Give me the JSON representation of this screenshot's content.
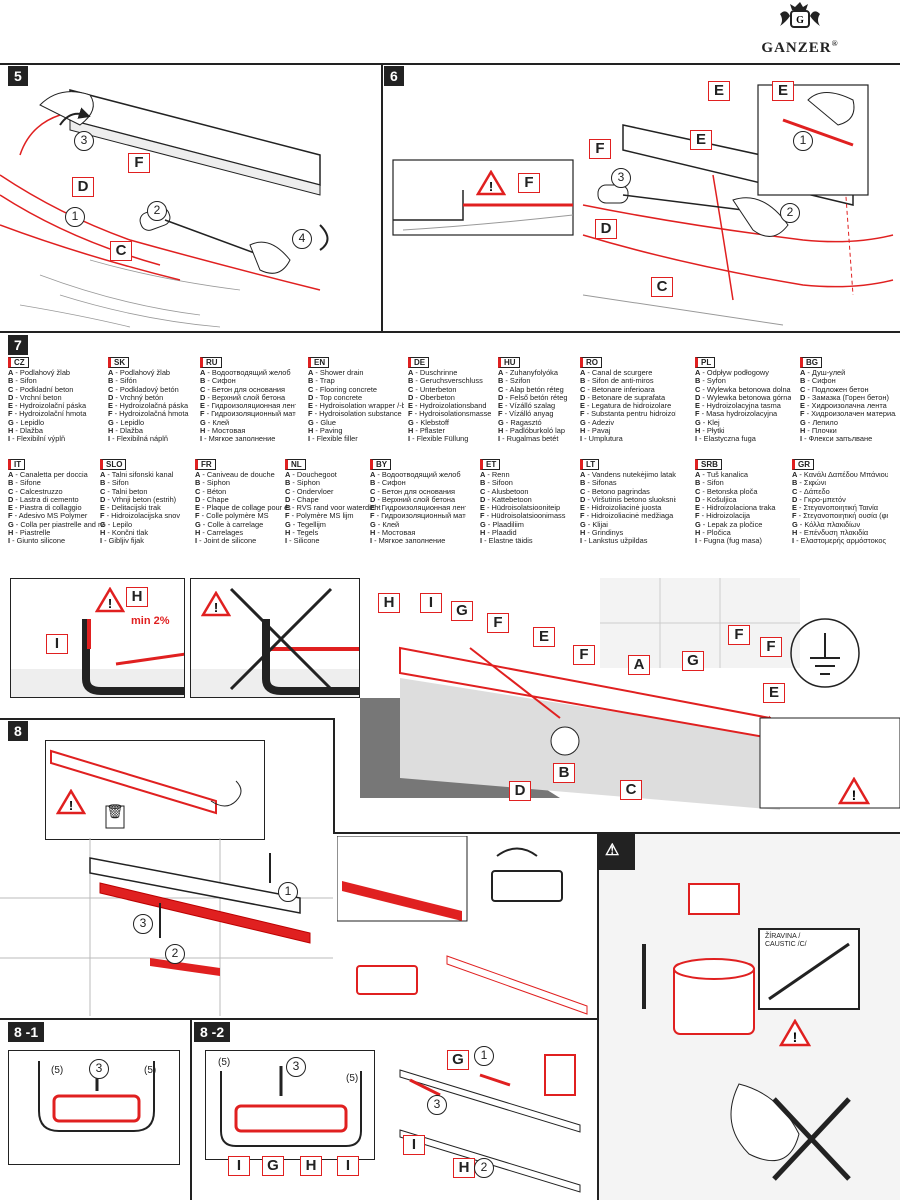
{
  "brand": {
    "name": "GANZER",
    "mark": "®"
  },
  "steps": {
    "s5": "5",
    "s6": "6",
    "s7": "7",
    "s8": "8",
    "s8_1": "8 -1",
    "s8_2": "8 -2"
  },
  "panel5": {
    "tags": [
      "F",
      "D",
      "C"
    ],
    "nums": [
      "1",
      "2",
      "3",
      "4"
    ]
  },
  "panel6": {
    "tags": [
      "E",
      "E",
      "E",
      "F",
      "F",
      "D",
      "C"
    ],
    "nums": [
      "1",
      "2",
      "3"
    ]
  },
  "languages": [
    {
      "code": "CZ",
      "items": [
        [
          "A",
          "Podlahový žlab"
        ],
        [
          "B",
          "Sifon"
        ],
        [
          "C",
          "Podkladní beton"
        ],
        [
          "D",
          "Vrchní beton"
        ],
        [
          "E",
          "Hydroizolační páska"
        ],
        [
          "F",
          "Hydroizolační hmota"
        ],
        [
          "G",
          "Lepidlo"
        ],
        [
          "H",
          "Dlažba"
        ],
        [
          "I",
          "Flexibilní výplň"
        ]
      ]
    },
    {
      "code": "SK",
      "items": [
        [
          "A",
          "Podlahový žlab"
        ],
        [
          "B",
          "Sifón"
        ],
        [
          "C",
          "Podkladový betón"
        ],
        [
          "D",
          "Vrchný betón"
        ],
        [
          "E",
          "Hydroizolačná páska"
        ],
        [
          "F",
          "Hydroizolačná hmota"
        ],
        [
          "G",
          "Lepidlo"
        ],
        [
          "H",
          "Dlažba"
        ],
        [
          "I",
          "Flexibilná náplň"
        ]
      ]
    },
    {
      "code": "RU",
      "items": [
        [
          "A",
          "Водоотводящий желоб"
        ],
        [
          "B",
          "Сифон"
        ],
        [
          "C",
          "Бетон для основания"
        ],
        [
          "D",
          "Верхний слой бетона"
        ],
        [
          "E",
          "Гидроизоляционная лента"
        ],
        [
          "F",
          "Гидроизоляционный материал"
        ],
        [
          "G",
          "Клей"
        ],
        [
          "H",
          "Мостовая"
        ],
        [
          "I",
          "Мягкое заполнение"
        ]
      ]
    },
    {
      "code": "EN",
      "items": [
        [
          "A",
          "Shower drain"
        ],
        [
          "B",
          "Trap"
        ],
        [
          "C",
          "Flooring concrete"
        ],
        [
          "D",
          "Top concrete"
        ],
        [
          "E",
          "Hydroisolation wrapper /-band/"
        ],
        [
          "F",
          "Hydroisolation substance"
        ],
        [
          "G",
          "Glue"
        ],
        [
          "H",
          "Paving"
        ],
        [
          "I",
          "Flexible filler"
        ]
      ]
    },
    {
      "code": "DE",
      "items": [
        [
          "A",
          "Duschrinne"
        ],
        [
          "B",
          "Geruchsverschluss"
        ],
        [
          "C",
          "Unterbeton"
        ],
        [
          "D",
          "Oberbeton"
        ],
        [
          "E",
          "Hydroizolationsband"
        ],
        [
          "F",
          "Hydroisolationsmasse"
        ],
        [
          "G",
          "Klebstoff"
        ],
        [
          "H",
          "Pflaster"
        ],
        [
          "I",
          "Flexible Füllung"
        ]
      ]
    },
    {
      "code": "HU",
      "items": [
        [
          "A",
          "Zuhanyfolyóka"
        ],
        [
          "B",
          "Szifon"
        ],
        [
          "C",
          "Alap betón réteg"
        ],
        [
          "D",
          "Felső betón réteg"
        ],
        [
          "E",
          "Vízálló szalag"
        ],
        [
          "F",
          "Vízálló anyag"
        ],
        [
          "G",
          "Ragasztó"
        ],
        [
          "H",
          "Padlóburkoló lap"
        ],
        [
          "I",
          "Rugalmas betét"
        ]
      ]
    },
    {
      "code": "RO",
      "items": [
        [
          "A",
          "Canal de scurgere"
        ],
        [
          "B",
          "Sifon de anti-miros"
        ],
        [
          "C",
          "Betonare inferioara"
        ],
        [
          "D",
          "Betonare de suprafata"
        ],
        [
          "E",
          "Legatura de hidroizolare"
        ],
        [
          "F",
          "Substanta pentru hidroizolare"
        ],
        [
          "G",
          "Adeziv"
        ],
        [
          "H",
          "Pavaj"
        ],
        [
          "I",
          "Umplutura"
        ]
      ]
    },
    {
      "code": "PL",
      "items": [
        [
          "A",
          "Odpływ podłogowy"
        ],
        [
          "B",
          "Syfon"
        ],
        [
          "C",
          "Wylewka betonowa dolna"
        ],
        [
          "D",
          "Wylewka betonowa górna"
        ],
        [
          "E",
          "Hydroizolacyjna tasma"
        ],
        [
          "F",
          "Masa hydroizolacyjna"
        ],
        [
          "G",
          "Klej"
        ],
        [
          "H",
          "Płytki"
        ],
        [
          "I",
          "Elastyczna fuga"
        ]
      ]
    },
    {
      "code": "BG",
      "items": [
        [
          "A",
          "Душ-улей"
        ],
        [
          "B",
          "Сифон"
        ],
        [
          "C",
          "Подложен бетон"
        ],
        [
          "D",
          "Замазка (Горен бетон)"
        ],
        [
          "E",
          "Хидроизолачна лента"
        ],
        [
          "F",
          "Хидроизолачен материал"
        ],
        [
          "G",
          "Лепило"
        ],
        [
          "H",
          "Плочки"
        ],
        [
          "I",
          "Флекси запълване"
        ]
      ]
    },
    {
      "code": "IT",
      "items": [
        [
          "A",
          "Canaletta per doccia"
        ],
        [
          "B",
          "Sifone"
        ],
        [
          "C",
          "Calcestruzzo"
        ],
        [
          "D",
          "Lastra di cemento"
        ],
        [
          "E",
          "Piastra di collaggio"
        ],
        [
          "F",
          "Adesivo MS Polymer"
        ],
        [
          "G",
          "Colla per piastrelle and no piere"
        ],
        [
          "H",
          "Piastrelle"
        ],
        [
          "I",
          "Giunto silicone"
        ]
      ]
    },
    {
      "code": "SLO",
      "items": [
        [
          "A",
          "Talni sifonski kanal"
        ],
        [
          "B",
          "Sifon"
        ],
        [
          "C",
          "Talni beton"
        ],
        [
          "D",
          "Vrhnji beton (estrih)"
        ],
        [
          "E",
          "Delitacijski trak"
        ],
        [
          "F",
          "Hidroizolacijska snov"
        ],
        [
          "G",
          "Lepilo"
        ],
        [
          "H",
          "Končni tlak"
        ],
        [
          "I",
          "Gibljiv fijak"
        ]
      ]
    },
    {
      "code": "FR",
      "items": [
        [
          "A",
          "Caniveau de douche"
        ],
        [
          "B",
          "Siphon"
        ],
        [
          "C",
          "Béton"
        ],
        [
          "D",
          "Chape"
        ],
        [
          "E",
          "Plaque de collage pour étanchéité"
        ],
        [
          "F",
          "Colle polymère MS"
        ],
        [
          "G",
          "Colle à carrelage"
        ],
        [
          "H",
          "Carrelages"
        ],
        [
          "I",
          "Joint de silicone"
        ]
      ]
    },
    {
      "code": "NL",
      "items": [
        [
          "A",
          "Douchegoot"
        ],
        [
          "B",
          "Siphon"
        ],
        [
          "C",
          "Ondervloer"
        ],
        [
          "D",
          "Chape"
        ],
        [
          "E",
          "RVS rand voor waterdichting flens"
        ],
        [
          "F",
          "Polymère MS lijm"
        ],
        [
          "G",
          "Tegellijm"
        ],
        [
          "H",
          "Tegels"
        ],
        [
          "I",
          "Silicone"
        ]
      ]
    },
    {
      "code": "BY",
      "items": [
        [
          "A",
          "Водоотводящий желоб"
        ],
        [
          "B",
          "Сифон"
        ],
        [
          "C",
          "Бетон для основания"
        ],
        [
          "D",
          "Верхний слой бетона"
        ],
        [
          "E",
          "Гидроизоляционная лента"
        ],
        [
          "F",
          "Гидроизоляционный материал"
        ],
        [
          "G",
          "Клей"
        ],
        [
          "H",
          "Мостовая"
        ],
        [
          "I",
          "Мягкое заполнение"
        ]
      ]
    },
    {
      "code": "ET",
      "items": [
        [
          "A",
          "Renn"
        ],
        [
          "B",
          "Sifoon"
        ],
        [
          "C",
          "Alusbetoon"
        ],
        [
          "D",
          "Kattebetoon"
        ],
        [
          "E",
          "Hüdroisolatsiooniteip"
        ],
        [
          "F",
          "Hüdroisolatsioonimass"
        ],
        [
          "G",
          "Plaadiliim"
        ],
        [
          "H",
          "Plaadid"
        ],
        [
          "I",
          "Elastne täidis"
        ]
      ]
    },
    {
      "code": "LT",
      "items": [
        [
          "A",
          "Vandens nutekėjimo latakas"
        ],
        [
          "B",
          "Sifonas"
        ],
        [
          "C",
          "Betono pagrindas"
        ],
        [
          "D",
          "Viršutinis betono sluoksnis"
        ],
        [
          "E",
          "Hidroizoliacinė juosta"
        ],
        [
          "F",
          "Hidroizoliacinė medžiaga"
        ],
        [
          "G",
          "Klijai"
        ],
        [
          "H",
          "Grindinys"
        ],
        [
          "I",
          "Lankstus užpildas"
        ]
      ]
    },
    {
      "code": "SRB",
      "items": [
        [
          "A",
          "Tuš kanalica"
        ],
        [
          "B",
          "Sifon"
        ],
        [
          "C",
          "Betonska ploča"
        ],
        [
          "D",
          "Košuljica"
        ],
        [
          "E",
          "Hidroizolaciona traka"
        ],
        [
          "F",
          "Hidroizolacija"
        ],
        [
          "G",
          "Lepak za pločice"
        ],
        [
          "H",
          "Pločica"
        ],
        [
          "I",
          "Fugna (fug masa)"
        ]
      ]
    },
    {
      "code": "GR",
      "items": [
        [
          "A",
          "Κανάλι Δαπέδου Μπάνιου"
        ],
        [
          "B",
          "Σιφώνι"
        ],
        [
          "C",
          "Δάπεδο"
        ],
        [
          "D",
          "Γκρο-μπετόν"
        ],
        [
          "E",
          "Στεγανοποιητική Ταινία"
        ],
        [
          "F",
          "Στεγανοποιητική ουσία (φελλό / ρητίνη)"
        ],
        [
          "G",
          "Κόλλα πλακιδίων"
        ],
        [
          "H",
          "Επένδυση πλακιδία"
        ],
        [
          "I",
          "Ελαστομερής αρμόστοκος"
        ]
      ]
    }
  ],
  "section7": {
    "min_slope": "min 2%",
    "tags": [
      "H",
      "I",
      "I",
      "H",
      "G",
      "F",
      "E",
      "F",
      "A",
      "G",
      "F",
      "F",
      "E",
      "B",
      "D",
      "C"
    ]
  },
  "section8": {
    "nums": [
      "1",
      "2",
      "3"
    ]
  },
  "caustic": {
    "line1": "ŽÍRAVINA /",
    "line2": "CAUSTIC /C/"
  },
  "s8_1": {
    "dim": "(5)",
    "num": "3"
  },
  "s8_2": {
    "dim": "(5)",
    "tags": [
      "I",
      "G",
      "H",
      "I",
      "G",
      "I",
      "H"
    ],
    "nums": [
      "3",
      "1",
      "2",
      "3"
    ]
  }
}
